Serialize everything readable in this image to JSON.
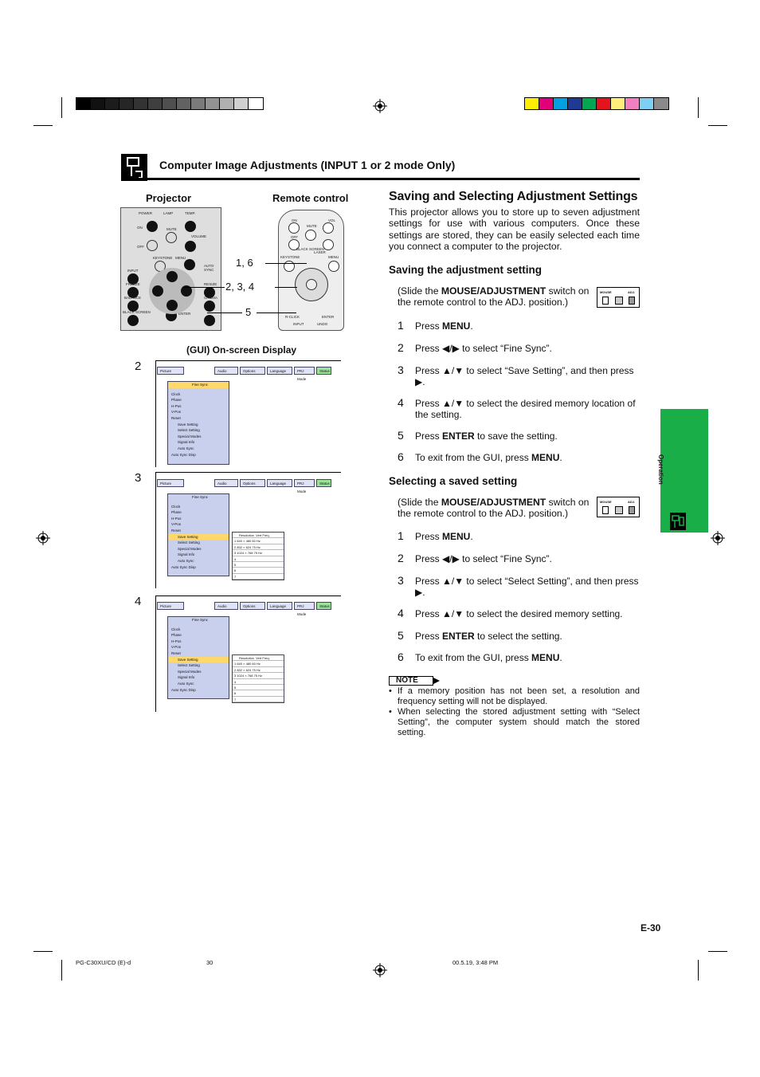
{
  "header": {
    "title": "Computer Image Adjustments (INPUT 1 or 2 mode Only)"
  },
  "side_tab": {
    "label": "Operation"
  },
  "left": {
    "projector_label": "Projector",
    "remote_label": "Remote control",
    "callouts": [
      "1, 6",
      "2, 3, 4",
      "5"
    ],
    "gui_label": "(GUI) On-screen Display",
    "projector_panel": {
      "top_labels": [
        "POWER",
        "LAMP",
        "TEMP."
      ],
      "buttons": [
        "ON",
        "MUTE",
        "VOLUME",
        "OFF",
        "KEYSTONE",
        "MENU",
        "AUTO SYNC",
        "INPUT",
        "FREEZE",
        "RESIZE",
        "BALANCE",
        "GAMMA",
        "BLACK SCREEN",
        "ENTER"
      ]
    },
    "remote_panel": {
      "buttons": [
        "ON",
        "VOL",
        "MUTE",
        "OFF",
        "BLACK SCREEN",
        "LASER",
        "KEYSTONE",
        "MENU",
        "R-CLICK",
        "ENTER",
        "INPUT",
        "UNDO"
      ]
    },
    "osd": {
      "step_numbers": [
        "2",
        "3",
        "4"
      ],
      "tabs": [
        "Picture",
        "Audio",
        "Options",
        "Language",
        "PRJ Mode",
        "Status"
      ],
      "panel_title_1": "Fine Sync",
      "panel_title_2": "Fine Sync",
      "panel_title_3": "Fine Sync",
      "rows": [
        "Clock",
        "Phase",
        "H-Pos",
        "V-Pos",
        "Reset",
        "Save Setting",
        "Select Setting",
        "Special Modes",
        "Signal Info",
        "Auto Sync",
        "Auto Sync Disp"
      ],
      "table_header": [
        "Resolution",
        "Vert Freq."
      ],
      "table_rows": [
        "1   640 × 480   60 Hz",
        "2   832 × 624   75 Hz",
        "3  1024 × 768   75 Hz",
        "4",
        "5",
        "6",
        "7"
      ]
    }
  },
  "right": {
    "title": "Saving and Selecting Adjustment Settings",
    "intro": "This projector allows you to store up to seven adjustment settings for use with various computers. Once these settings are stored, they can be easily selected each time you connect a computer to the projector.",
    "switch_labels": [
      "MOUSE",
      "ADJ."
    ],
    "saving": {
      "heading": "Saving the adjustment setting",
      "slide_pre": "(Slide the ",
      "slide_bold": "MOUSE/ADJUSTMENT",
      "slide_post": " switch on the remote control to the ADJ. position.)",
      "steps": [
        {
          "n": "1",
          "pre": "Press ",
          "bold": "MENU",
          "post": "."
        },
        {
          "n": "2",
          "pre": "Press ◀/▶ to select “Fine Sync”.",
          "bold": "",
          "post": ""
        },
        {
          "n": "3",
          "pre": "Press ▲/▼ to select “Save Setting”, and then press ▶.",
          "bold": "",
          "post": ""
        },
        {
          "n": "4",
          "pre": "Press ▲/▼ to select the desired memory location of the setting.",
          "bold": "",
          "post": ""
        },
        {
          "n": "5",
          "pre": "Press ",
          "bold": "ENTER",
          "post": " to save the setting."
        },
        {
          "n": "6",
          "pre": "To exit from the GUI, press ",
          "bold": "MENU",
          "post": "."
        }
      ]
    },
    "selecting": {
      "heading": "Selecting a saved setting",
      "slide_pre": "(Slide the ",
      "slide_bold": "MOUSE/ADJUSTMENT",
      "slide_post": " switch on the remote control to the ADJ. position.)",
      "steps": [
        {
          "n": "1",
          "pre": "Press ",
          "bold": "MENU",
          "post": "."
        },
        {
          "n": "2",
          "pre": "Press ◀/▶ to select “Fine Sync”.",
          "bold": "",
          "post": ""
        },
        {
          "n": "3",
          "pre": "Press ▲/▼ to select “Select Setting”, and then press ▶.",
          "bold": "",
          "post": ""
        },
        {
          "n": "4",
          "pre": "Press ▲/▼ to select the desired memory setting.",
          "bold": "",
          "post": ""
        },
        {
          "n": "5",
          "pre": "Press ",
          "bold": "ENTER",
          "post": " to select the setting."
        },
        {
          "n": "6",
          "pre": "To exit from the GUI, press ",
          "bold": "MENU",
          "post": "."
        }
      ]
    },
    "note": {
      "label": "NOTE",
      "bullets": [
        "If a memory position has not been set, a resolution and frequency setting will not be displayed.",
        "When selecting the stored adjustment setting with “Select Setting”, the computer system should match the stored setting."
      ]
    }
  },
  "page_number": "E-30",
  "footer": {
    "file": "PG-C30XU/CD (E)-d",
    "page": "30",
    "date": "00.5.19, 3:48 PM"
  },
  "colors": {
    "tab_green": "#1aae48",
    "gray_swatches": [
      "#000000",
      "#111111",
      "#1c1c1c",
      "#262626",
      "#333333",
      "#3f3f3f",
      "#4f4f4f",
      "#626262",
      "#7a7a7a",
      "#939393",
      "#b0b0b0",
      "#d0d0d0",
      "#ffffff"
    ],
    "color_swatches": [
      "#ffee00",
      "#e2007a",
      "#00a0e3",
      "#1f3a93",
      "#00a651",
      "#e3141b",
      "#ffef7a",
      "#f27fc0",
      "#7fcff5",
      "#8a8a8a"
    ]
  }
}
